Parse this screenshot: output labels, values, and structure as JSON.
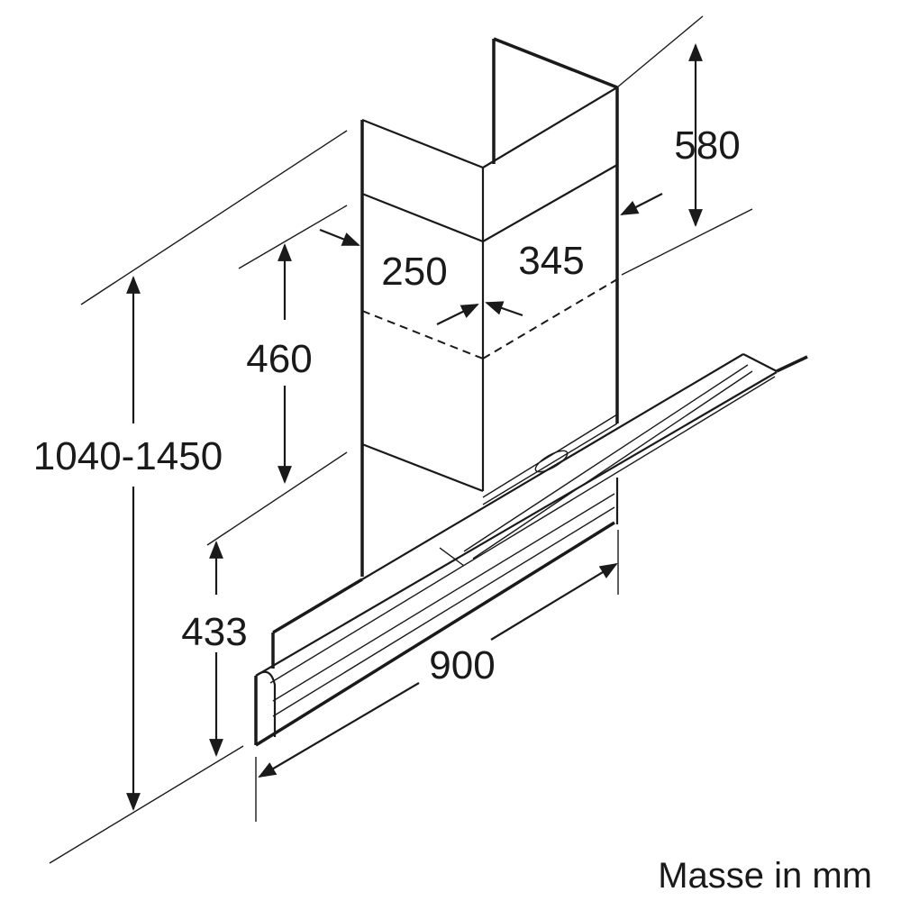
{
  "diagram": {
    "dimensions": {
      "chimney_upper_height": "580",
      "chimney_depth": "250",
      "chimney_width": "345",
      "chimney_lower_height": "460",
      "total_height": "1040-1450",
      "hood_height": "433",
      "hood_width": "900"
    },
    "caption": "Masse in mm"
  }
}
